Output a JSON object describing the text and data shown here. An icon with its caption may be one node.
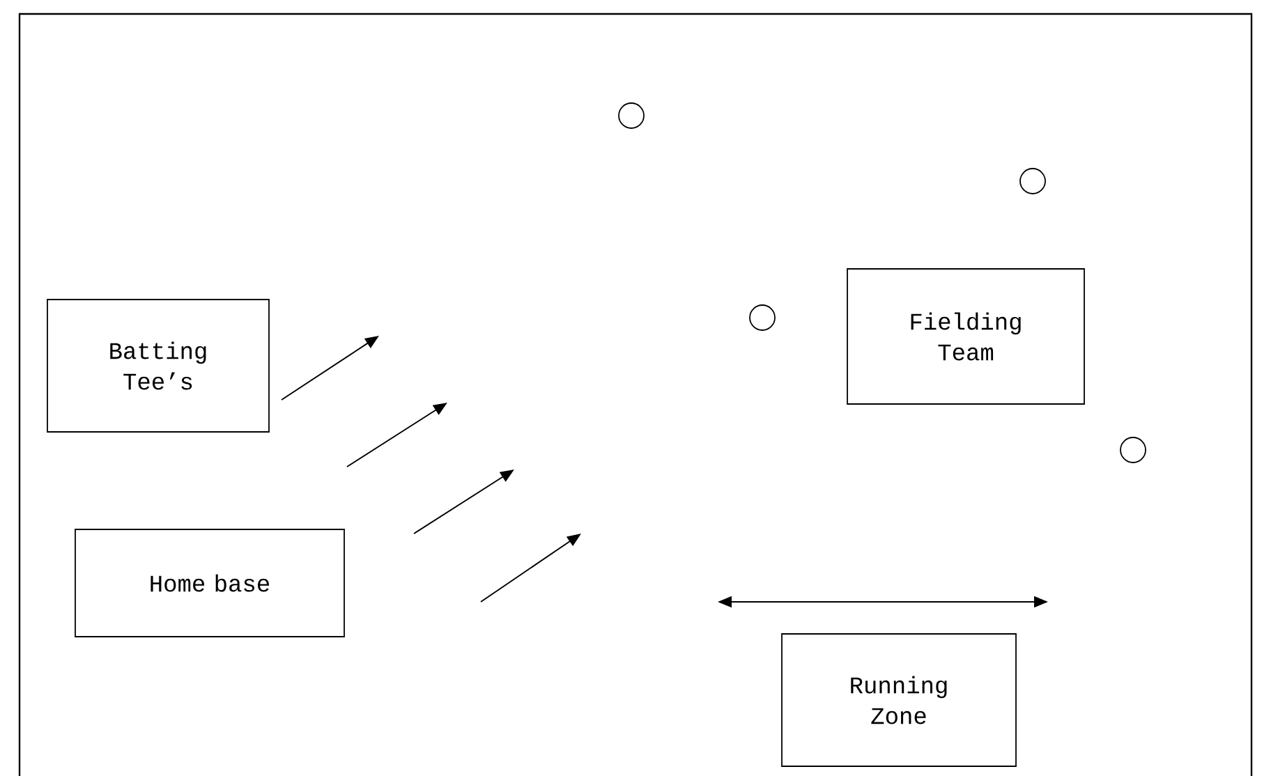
{
  "diagram": {
    "nodes": [
      {
        "text": [
          "Batting Tee’s"
        ]
      },
      {
        "text": [
          "Home base"
        ]
      },
      {
        "text": [
          "Fielding Team"
        ]
      },
      {
        "text": [
          "Running Zone"
        ]
      },
      {
        "text": [],
        "shape": "circle"
      },
      {
        "text": [],
        "shape": "circle"
      },
      {
        "text": [],
        "shape": "circle"
      },
      {
        "text": [],
        "shape": "circle"
      }
    ]
  }
}
